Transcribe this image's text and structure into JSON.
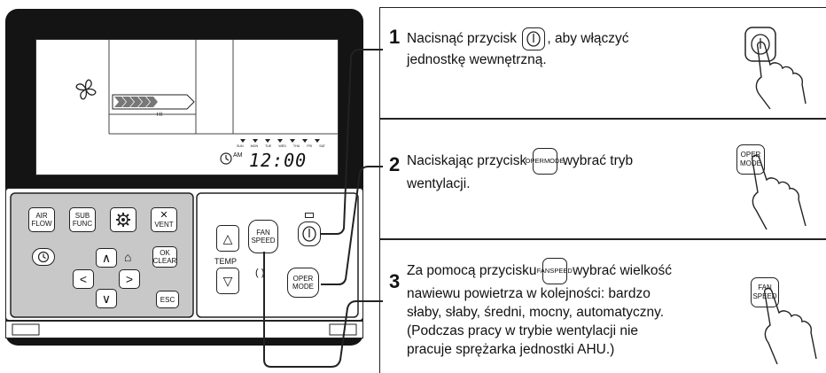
{
  "lcd": {
    "speed_label": "HI",
    "weekdays": [
      "SUN",
      "MON",
      "TUE",
      "WED",
      "THU",
      "FRI",
      "SAT"
    ],
    "am_label": "AM",
    "clock": "12:00"
  },
  "controller_buttons": {
    "air_flow": [
      "AIR",
      "FLOW"
    ],
    "sub_func": [
      "SUB",
      "FUNC"
    ],
    "vent": "VENT",
    "ok_clear": [
      "OK",
      "CLEAR"
    ],
    "esc": "ESC",
    "temp": "TEMP",
    "fan_speed": [
      "FAN",
      "SPEED"
    ],
    "oper_mode": [
      "OPER",
      "MODE"
    ]
  },
  "steps": [
    {
      "number": "1",
      "text_before": "Nacisnąć przycisk",
      "text_after": ", aby włączyć",
      "text_line2": "jednostkę wewnętrzną."
    },
    {
      "number": "2",
      "text_before": "Naciskając przycisk",
      "text_after": "wybrać tryb",
      "text_line2": "wentylacji.",
      "button": [
        "OPER",
        "MODE"
      ],
      "hand_button": [
        "OPER",
        "MODE"
      ]
    },
    {
      "number": "3",
      "text_before": "Za pomocą przycisku",
      "text_after": "wybrać wielkość",
      "lines": [
        "nawiewu powietrza w kolejności: bardzo",
        "słaby, słaby, średni, mocny, automatyczny.",
        "(Podczas pracy w trybie wentylacji nie",
        "pracuje sprężarka jednostki AHU.)"
      ],
      "button": [
        "FAN",
        "SPEED"
      ],
      "hand_button": [
        "FAN",
        "SPEED"
      ]
    }
  ]
}
